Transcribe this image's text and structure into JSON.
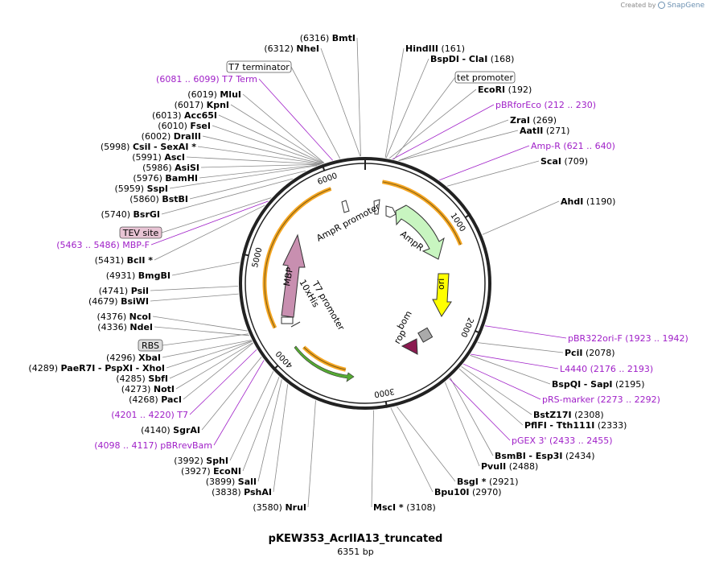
{
  "credit": {
    "prefix": "Created by",
    "brand": "SnapGene"
  },
  "plasmid": {
    "name": "pKEW353_AcrIIA13_truncated",
    "size": "6351 bp",
    "length": 6351
  },
  "colors": {
    "backbone": "#222222",
    "primer": "#a020c8",
    "leader": "#888888"
  },
  "ticks": [
    "1000",
    "2000",
    "3000",
    "4000",
    "5000",
    "6000"
  ],
  "sites_right": [
    {
      "pos": 161,
      "name": "HindIII",
      "text": "(161)"
    },
    {
      "pos": 168,
      "name": "BspDI",
      "text": "- ClaI",
      "num": "(168)"
    },
    {
      "pos": 192,
      "name": "EcoRI",
      "text": "(192)"
    },
    {
      "pos": 269,
      "name": "ZraI",
      "text": "(269)"
    },
    {
      "pos": 271,
      "name": "AatII",
      "text": "(271)"
    },
    {
      "pos": 709,
      "name": "ScaI",
      "text": "(709)"
    },
    {
      "pos": 1190,
      "name": "AhdI",
      "text": "(1190)"
    },
    {
      "pos": 2078,
      "name": "PciI",
      "text": "(2078)"
    },
    {
      "pos": 2195,
      "name": "BspQI",
      "text": "- SapI",
      "num": "(2195)"
    },
    {
      "pos": 2308,
      "name": "BstZ17I",
      "text": "(2308)"
    },
    {
      "pos": 2333,
      "name": "PflFI",
      "text": "- Tth111I",
      "num": "(2333)"
    },
    {
      "pos": 2434,
      "name": "BsmBI",
      "text": "- Esp3I",
      "num": "(2434)"
    },
    {
      "pos": 2488,
      "name": "PvuII",
      "text": "(2488)"
    },
    {
      "pos": 2921,
      "name": "BsgI *",
      "text": "(2921)"
    },
    {
      "pos": 2970,
      "name": "Bpu10I",
      "text": "(2970)"
    },
    {
      "pos": 3108,
      "name": "MscI *",
      "text": "(3108)"
    }
  ],
  "sites_left": [
    {
      "pos": 6316,
      "num": "(6316)",
      "name": "BmtI"
    },
    {
      "pos": 6312,
      "num": "(6312)",
      "name": "NheI"
    },
    {
      "pos": 6019,
      "num": "(6019)",
      "name": "MluI"
    },
    {
      "pos": 6017,
      "num": "(6017)",
      "name": "KpnI"
    },
    {
      "pos": 6013,
      "num": "(6013)",
      "name": "Acc65I"
    },
    {
      "pos": 6010,
      "num": "(6010)",
      "name": "FseI"
    },
    {
      "pos": 6002,
      "num": "(6002)",
      "name": "DraIII"
    },
    {
      "pos": 5998,
      "num": "(5998)",
      "name": "CsiI",
      "name2": "- SexAI *"
    },
    {
      "pos": 5991,
      "num": "(5991)",
      "name": "AscI"
    },
    {
      "pos": 5986,
      "num": "(5986)",
      "name": "AsiSI"
    },
    {
      "pos": 5976,
      "num": "(5976)",
      "name": "BamHI"
    },
    {
      "pos": 5959,
      "num": "(5959)",
      "name": "SspI"
    },
    {
      "pos": 5860,
      "num": "(5860)",
      "name": "BstBI"
    },
    {
      "pos": 5740,
      "num": "(5740)",
      "name": "BsrGI"
    },
    {
      "pos": 5431,
      "num": "(5431)",
      "name": "BclI *"
    },
    {
      "pos": 4931,
      "num": "(4931)",
      "name": "BmgBI"
    },
    {
      "pos": 4741,
      "num": "(4741)",
      "name": "PsiI"
    },
    {
      "pos": 4679,
      "num": "(4679)",
      "name": "BsiWI"
    },
    {
      "pos": 4376,
      "num": "(4376)",
      "name": "NcoI"
    },
    {
      "pos": 4336,
      "num": "(4336)",
      "name": "NdeI"
    },
    {
      "pos": 4296,
      "num": "(4296)",
      "name": "XbaI"
    },
    {
      "pos": 4289,
      "num": "(4289)",
      "name": "PaeR7I",
      "name2": "- PspXI",
      "name3": "- XhoI"
    },
    {
      "pos": 4285,
      "num": "(4285)",
      "name": "SbfI"
    },
    {
      "pos": 4273,
      "num": "(4273)",
      "name": "NotI"
    },
    {
      "pos": 4268,
      "num": "(4268)",
      "name": "PacI"
    },
    {
      "pos": 4140,
      "num": "(4140)",
      "name": "SgrAI"
    },
    {
      "pos": 3992,
      "num": "(3992)",
      "name": "SphI"
    },
    {
      "pos": 3927,
      "num": "(3927)",
      "name": "EcoNI"
    },
    {
      "pos": 3899,
      "num": "(3899)",
      "name": "SalI"
    },
    {
      "pos": 3838,
      "num": "(3838)",
      "name": "PshAI"
    },
    {
      "pos": 3580,
      "num": "(3580)",
      "name": "NruI"
    }
  ],
  "primers": [
    {
      "pos": 220,
      "name": "pBRforEco",
      "range": "(212 .. 230)"
    },
    {
      "pos": 630,
      "name": "Amp-R",
      "range": "(621 .. 640)"
    },
    {
      "pos": 1932,
      "name": "pBR322ori-F",
      "range": "(1923 .. 1942)"
    },
    {
      "pos": 2185,
      "name": "L4440",
      "range": "(2176 .. 2193)"
    },
    {
      "pos": 2282,
      "name": "pRS-marker",
      "range": "(2273 .. 2292)"
    },
    {
      "pos": 2444,
      "name": "pGEX 3'",
      "range": "(2433 .. 2455)"
    },
    {
      "pos": 6090,
      "range": "(6081 .. 6099)",
      "name": "T7 Term"
    },
    {
      "pos": 5474,
      "range": "(5463 .. 5486)",
      "name": "MBP-F"
    },
    {
      "pos": 4210,
      "range": "(4201 .. 4220)",
      "name": "T7"
    },
    {
      "pos": 4107,
      "range": "(4098 .. 4117)",
      "name": "pBRrevBam"
    }
  ],
  "boxed_labels": [
    {
      "pos": 6150,
      "text": "T7 terminator"
    },
    {
      "pos": 230,
      "text": "tet promoter"
    },
    {
      "pos": 5510,
      "text": "TEV site"
    },
    {
      "pos": 4350,
      "text": "RBS"
    }
  ],
  "features": [
    {
      "name": "AmpR promoter",
      "color": "#ffffff"
    },
    {
      "name": "AmpR",
      "color": "#c8f5c0"
    },
    {
      "name": "ori",
      "color": "#ffff00"
    },
    {
      "name": "bom",
      "color": "#ffffff"
    },
    {
      "name": "rop",
      "color": "#8b1a50"
    },
    {
      "name": "MBP",
      "color": "#c88fb0"
    },
    {
      "name": "10xHis",
      "color": "#ffffff"
    },
    {
      "name": "T7 promoter",
      "color": "#ffffff"
    }
  ]
}
